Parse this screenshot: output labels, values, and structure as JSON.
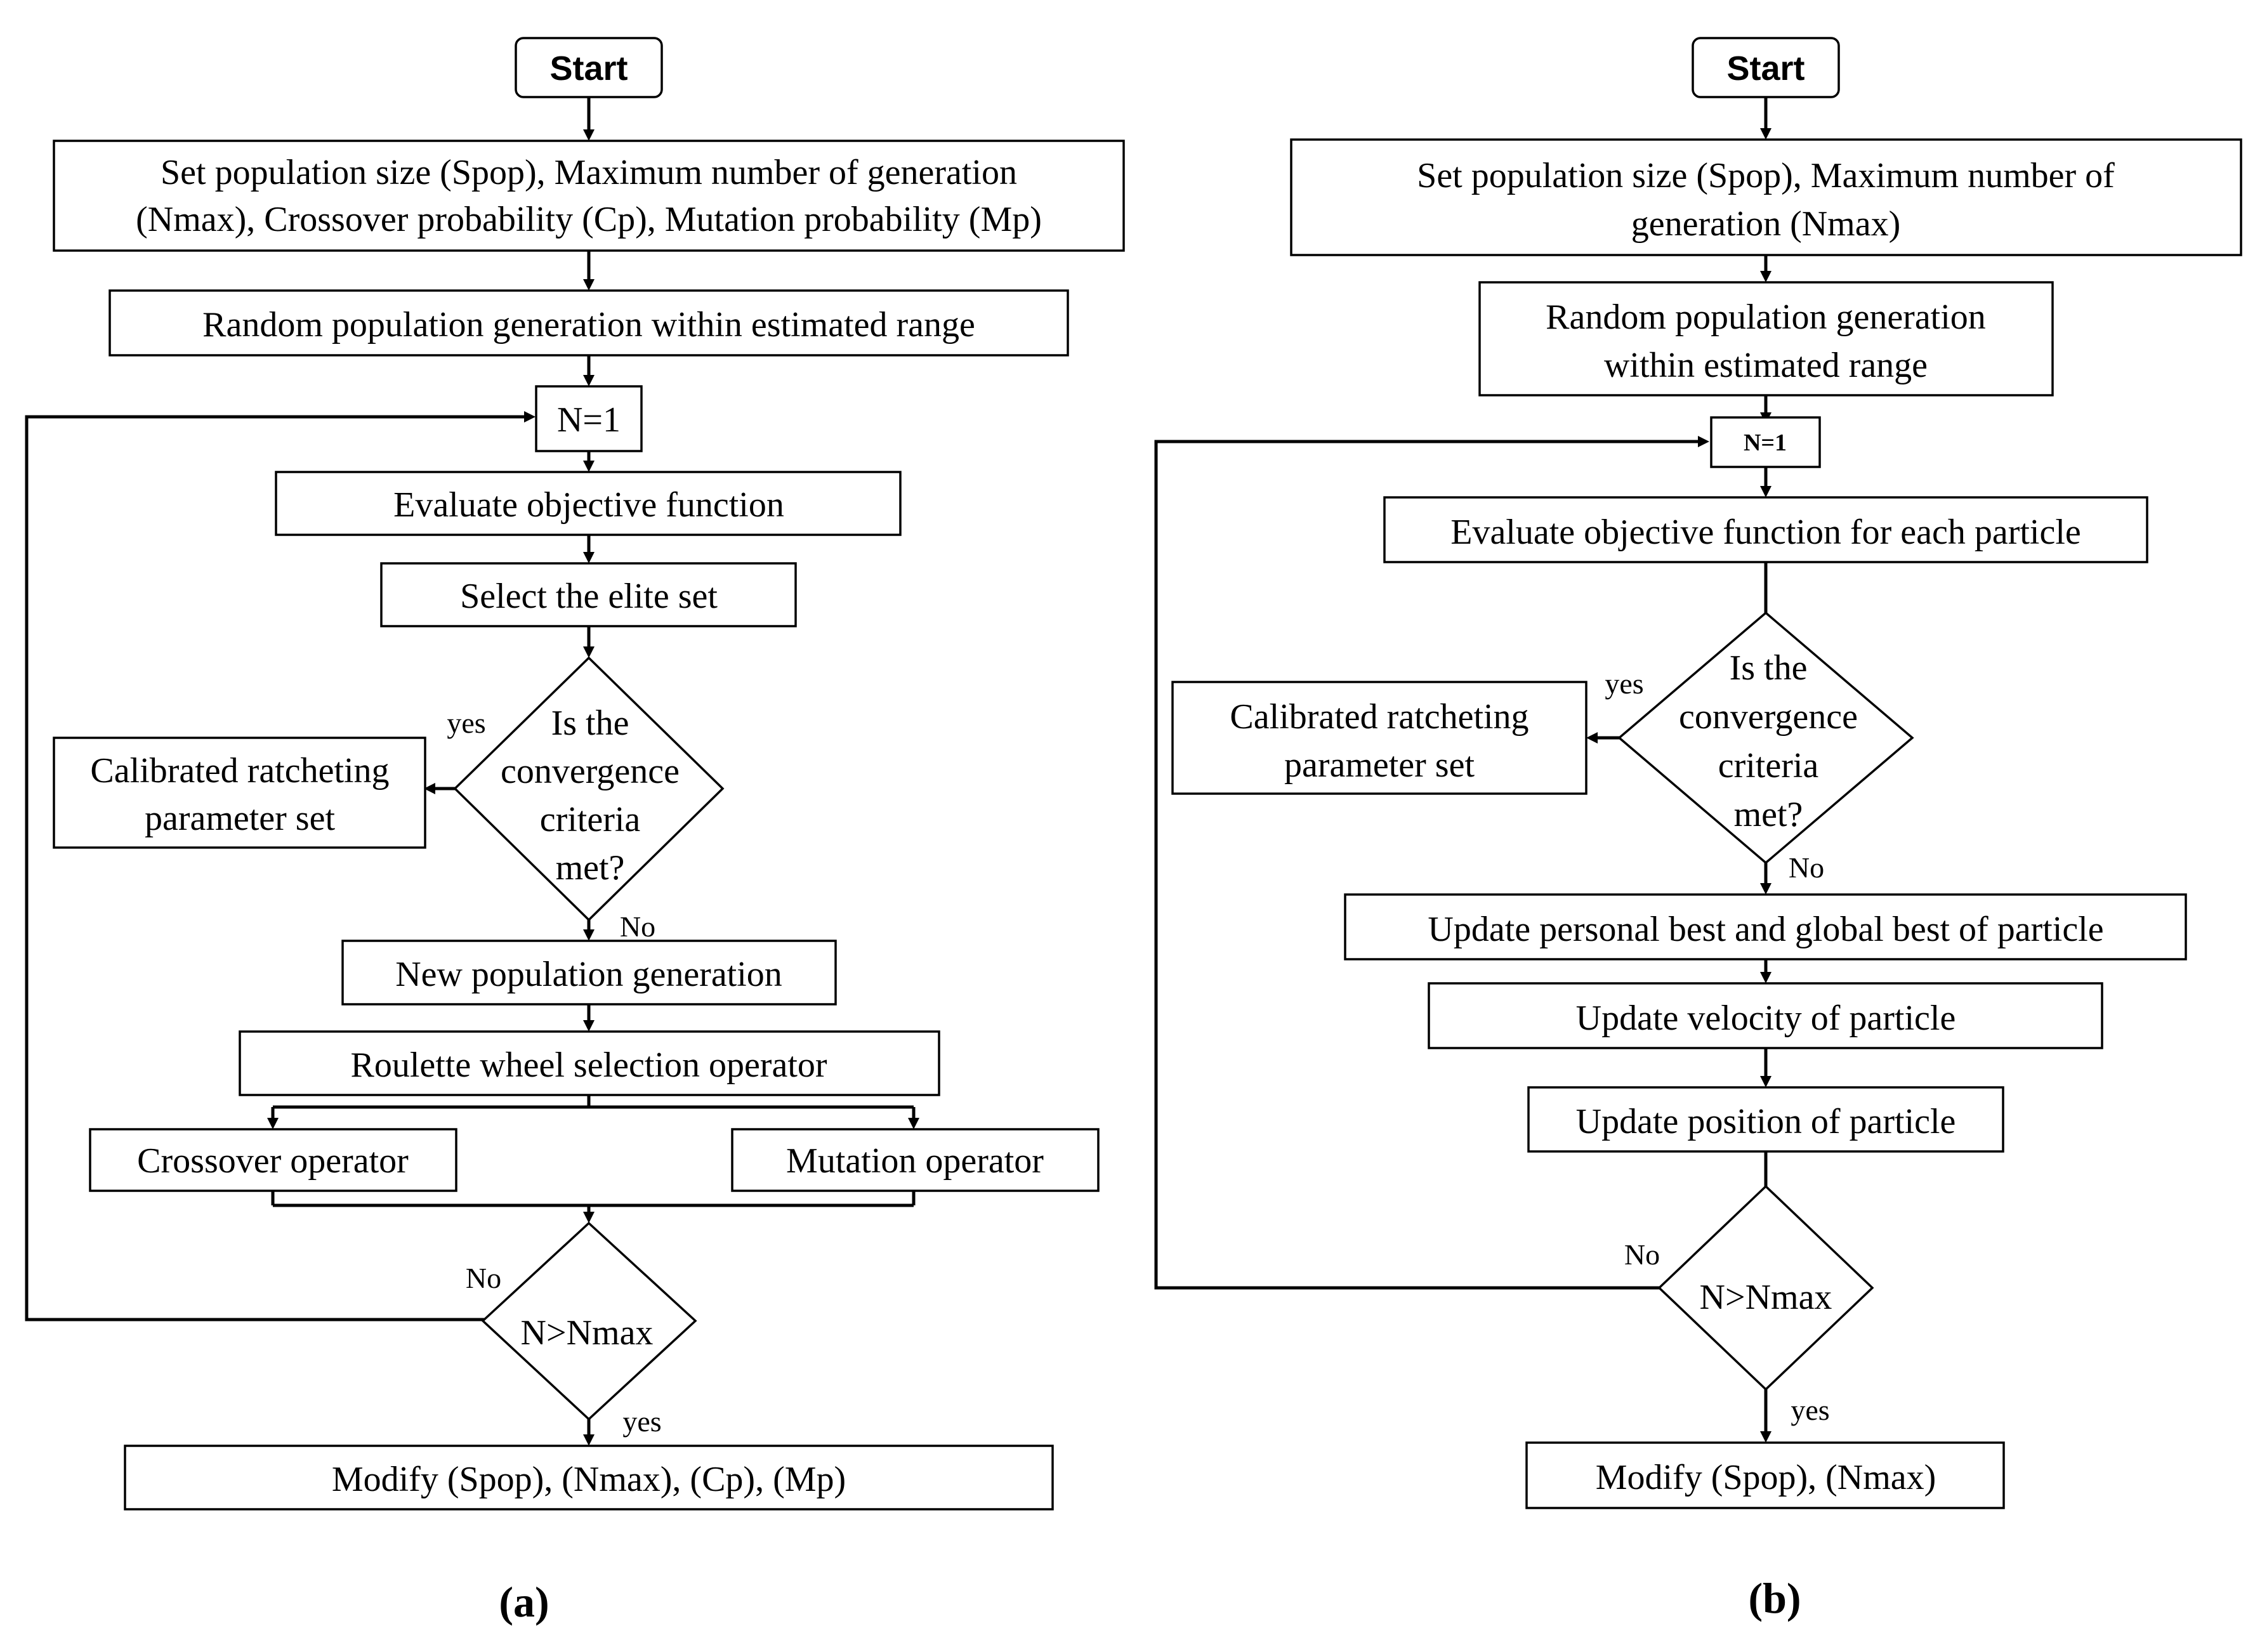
{
  "panel_a": {
    "start": "Start",
    "set_params": [
      "Set population size (Spop), Maximum number of generation",
      "(Nmax), Crossover probability (Cp), Mutation probability (Mp)"
    ],
    "random_pop": "Random population generation within estimated range",
    "n_init": "N=1",
    "evaluate": "Evaluate objective function",
    "elite": "Select the elite set",
    "decision": [
      "Is the",
      "convergence",
      "criteria",
      "met?"
    ],
    "yes_label": "yes",
    "no_label": "No",
    "calibrated": [
      "Calibrated ratcheting",
      "parameter set"
    ],
    "new_pop": "New population generation",
    "roulette": "Roulette wheel selection operator",
    "crossover": "Crossover operator",
    "mutation": "Mutation operator",
    "check": "N>Nmax",
    "check_no": "No",
    "check_yes": "yes",
    "modify": "Modify (Spop), (Nmax), (Cp), (Mp)",
    "caption": "(a)"
  },
  "panel_b": {
    "start": "Start",
    "set_params": [
      "Set population size (Spop), Maximum number of",
      "generation (Nmax)"
    ],
    "random_pop": [
      "Random population generation",
      "within estimated range"
    ],
    "n_init": "N=1",
    "evaluate": "Evaluate objective function for each particle",
    "decision": [
      "Is the",
      "convergence",
      "criteria",
      "met?"
    ],
    "yes_label": "yes",
    "no_label": "No",
    "calibrated": [
      "Calibrated ratcheting",
      "parameter set"
    ],
    "update_best": "Update personal best and global best of particle",
    "update_velocity": "Update velocity of particle",
    "update_position": "Update position of particle",
    "check": "N>Nmax",
    "check_no": "No",
    "check_yes": "yes",
    "modify": "Modify (Spop), (Nmax)",
    "caption": "(b)"
  }
}
